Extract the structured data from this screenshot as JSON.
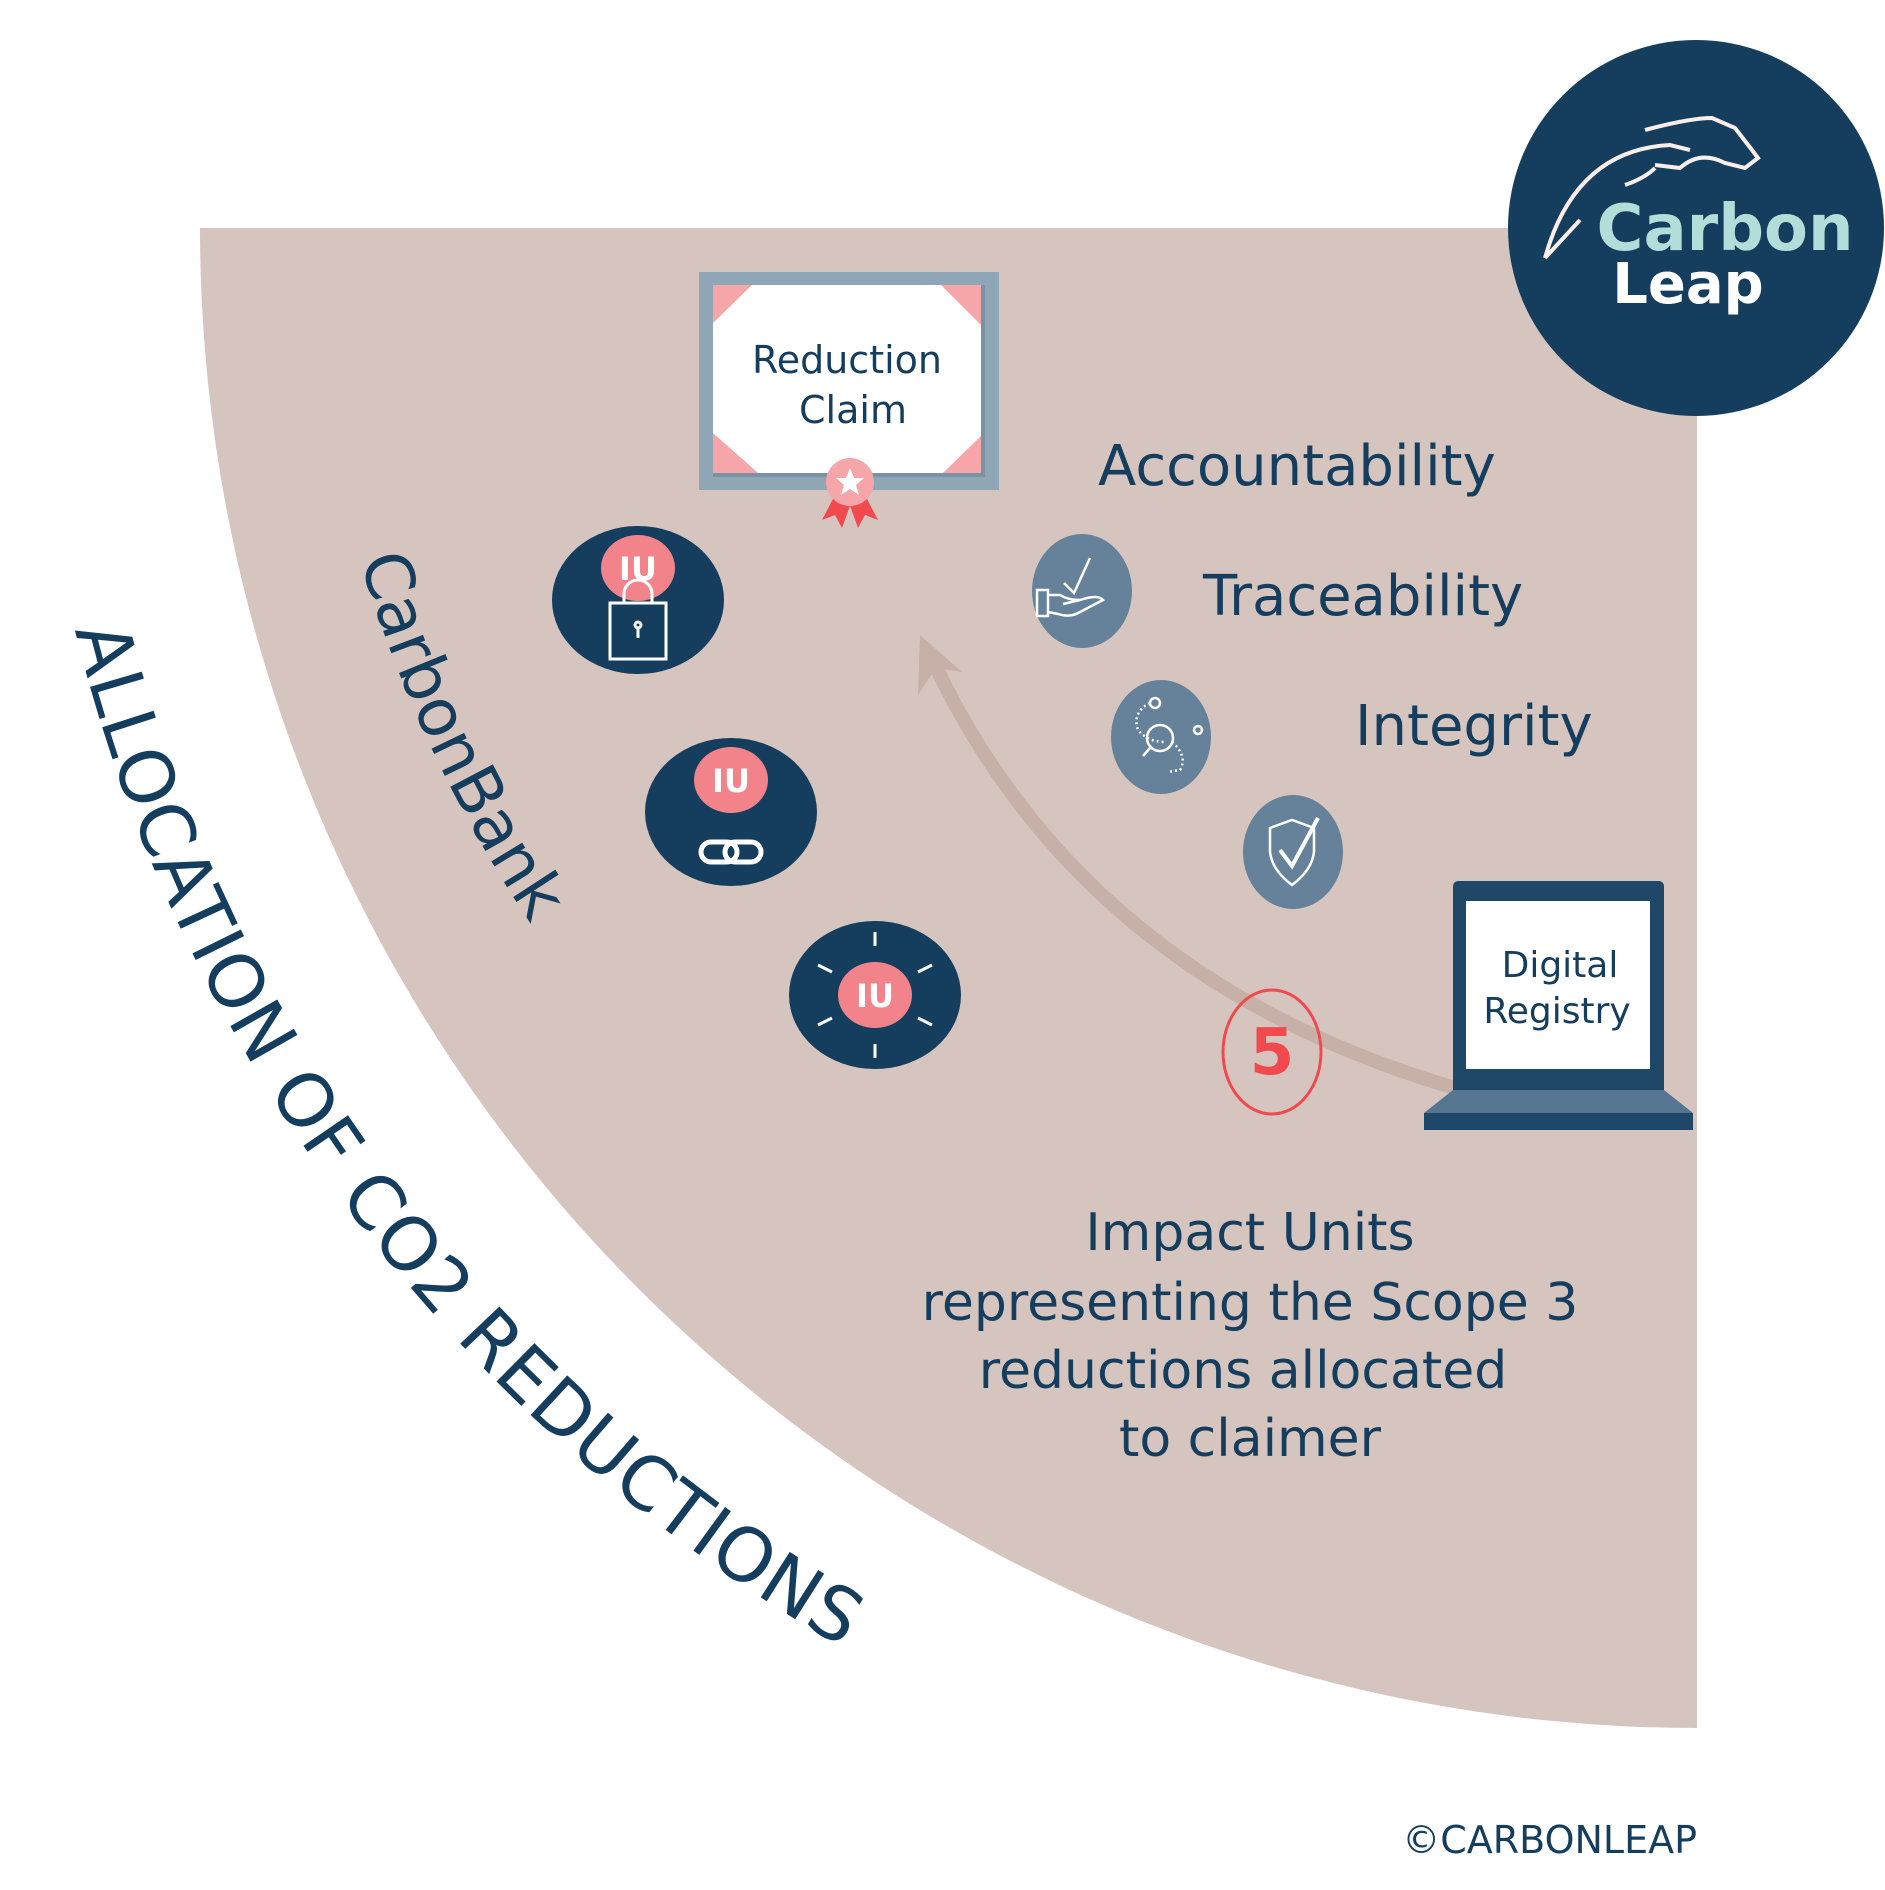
{
  "colors": {
    "background": "#ffffff",
    "quadrant": "#d6c5be",
    "navy": "#143d5e",
    "pink": "#f3838a",
    "slate": "#65829a",
    "red": "#f04a4f",
    "mint": "#b3ddd9",
    "arrow": "#c6b0a7"
  },
  "logo": {
    "line1": "Carbon",
    "line2": "Leap",
    "icon": "bear-icon"
  },
  "certificate": {
    "line1": "Reduction",
    "line2": "Claim",
    "icon": "ribbon-star-icon"
  },
  "curved_titles": {
    "outer": "ALLOCATION OF CO2 REDUCTIONS",
    "inner": "CarbonBank"
  },
  "impact_units": [
    {
      "label": "IU",
      "icon": "lock-icon"
    },
    {
      "label": "IU",
      "icon": "link-icon"
    },
    {
      "label": "IU",
      "icon": "sunburst-icon"
    }
  ],
  "principles": [
    {
      "label": "Accountability",
      "icon": "hand-check-icon"
    },
    {
      "label": "Traceability",
      "icon": "trace-search-icon"
    },
    {
      "label": "Integrity",
      "icon": "shield-check-icon"
    }
  ],
  "step": {
    "number": "5"
  },
  "registry": {
    "line1": "Digital",
    "line2": "Registry",
    "icon": "laptop-icon"
  },
  "description": {
    "lines": [
      "Impact Units",
      "representing the Scope 3",
      "reductions allocated",
      "to claimer"
    ]
  },
  "copyright": "©CARBONLEAP"
}
